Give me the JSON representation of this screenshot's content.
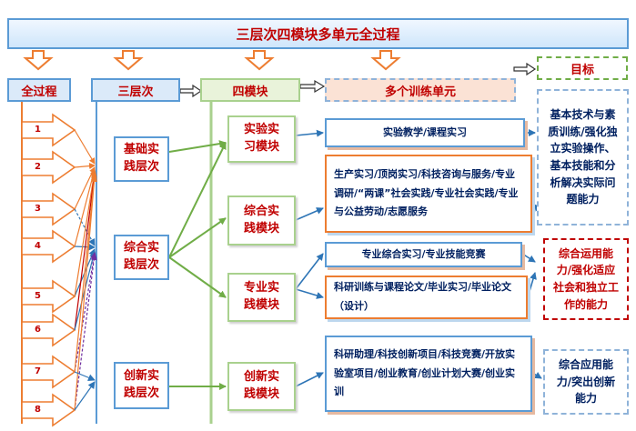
{
  "title": "三层次四模块多单元全过程",
  "headers": {
    "process": "全过程",
    "levels": "三层次",
    "modules": "四模块",
    "units": "多个训练单元",
    "goals": "目标"
  },
  "process_steps": [
    "1",
    "2",
    "3",
    "4",
    "5",
    "6",
    "7",
    "8"
  ],
  "levels": [
    {
      "line1": "基础实",
      "line2": "践层次"
    },
    {
      "line1": "综合实",
      "line2": "践层次"
    },
    {
      "line1": "创新实",
      "line2": "践层次"
    }
  ],
  "modules": [
    {
      "line1": "实验实",
      "line2": "习模块"
    },
    {
      "line1": "综合实",
      "line2": "践模块"
    },
    {
      "line1": "专业实",
      "line2": "践模块"
    },
    {
      "line1": "创新实",
      "line2": "践模块"
    }
  ],
  "units": [
    {
      "text": "实验教学/课程实习"
    },
    {
      "text": "生产实习/顶岗实习/科技咨询与服务/专业调研/“两课”社会实践/专业社会实践/专业与公益劳动/志愿服务"
    },
    {
      "text": "专业综合实习/专业技能竞赛"
    },
    {
      "text": "科研训练与课程论文/毕业实习/毕业论文（设计）"
    },
    {
      "text": "科研助理/科技创新项目/科技竞赛/开放实验室项目/创业教育/创业计划大赛/创业实训"
    }
  ],
  "goals": [
    {
      "text": "基本技术与素质训练/强化独立实验操作、基本技能和分析解决实际问题能力"
    },
    {
      "text": "综合运用能力/强化适应社会和独立工作的能力"
    },
    {
      "text": "综合应用能力/突出创新能力"
    }
  ],
  "colors": {
    "accent_red": "#c00000",
    "blue": "#5b9bd5",
    "green": "#70ad47",
    "orange": "#ed7d31",
    "navy": "#002060"
  }
}
